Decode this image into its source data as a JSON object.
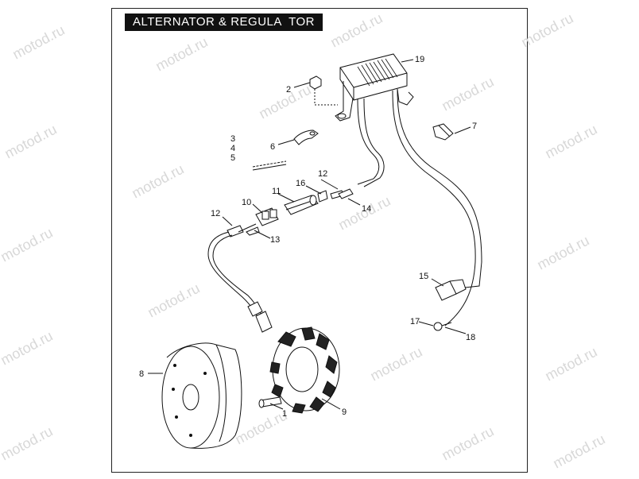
{
  "title": "ALTERNATOR & REGULA  TOR",
  "watermark": "motod.ru",
  "callouts": {
    "c1": "1",
    "c2": "2",
    "c3": "3",
    "c4": "4",
    "c5": "5",
    "c6": "6",
    "c7": "7",
    "c8": "8",
    "c9": "9",
    "c10": "10",
    "c11": "11",
    "c12a": "12",
    "c12b": "12",
    "c13": "13",
    "c14": "14",
    "c15": "15",
    "c16": "16",
    "c17": "17",
    "c18": "18",
    "c19": "19"
  },
  "colors": {
    "line": "#111111",
    "watermark": "#d8d8d8",
    "title_bg": "#111111"
  }
}
